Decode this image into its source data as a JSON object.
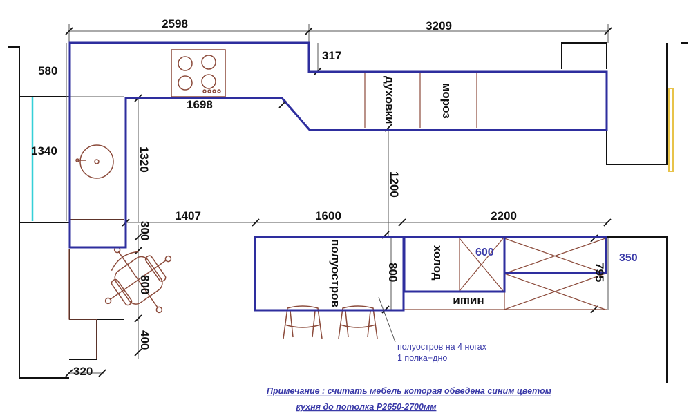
{
  "dimensions": {
    "top_left_width": "2598",
    "top_right_width": "3209",
    "left_depth_580": "580",
    "step_317": "317",
    "inner_1698": "1698",
    "left_1340": "1340",
    "inner_1320": "1320",
    "gap_1200": "1200",
    "row_1407": "1407",
    "row_1600": "1600",
    "row_2200": "2200",
    "chair_300": "300",
    "chair_800": "800",
    "chair_400": "400",
    "bottom_320": "320",
    "island_800": "800",
    "fridge_600": "600",
    "depth_350": "350",
    "depth_795": "795"
  },
  "labels": {
    "ovens": "духовки",
    "freezer": "мороз",
    "peninsula": "полуостров",
    "fridge": "холод",
    "niches": "ниши"
  },
  "notes": {
    "peninsula_legs": "полуостров на 4 ногах",
    "peninsula_shelf": "1 полка+дно",
    "remark": "Примечание : считать мебель которая обведена синим цветом",
    "height": "кухня до потолка Р2650-2700мм"
  },
  "colors": {
    "outline_blue": "#2e2e9e",
    "furniture_brown": "#8b4a3a",
    "window_cyan": "#35d0d8",
    "door_yellow": "#e8c34a",
    "annotation_blue": "#3a3aa8"
  }
}
